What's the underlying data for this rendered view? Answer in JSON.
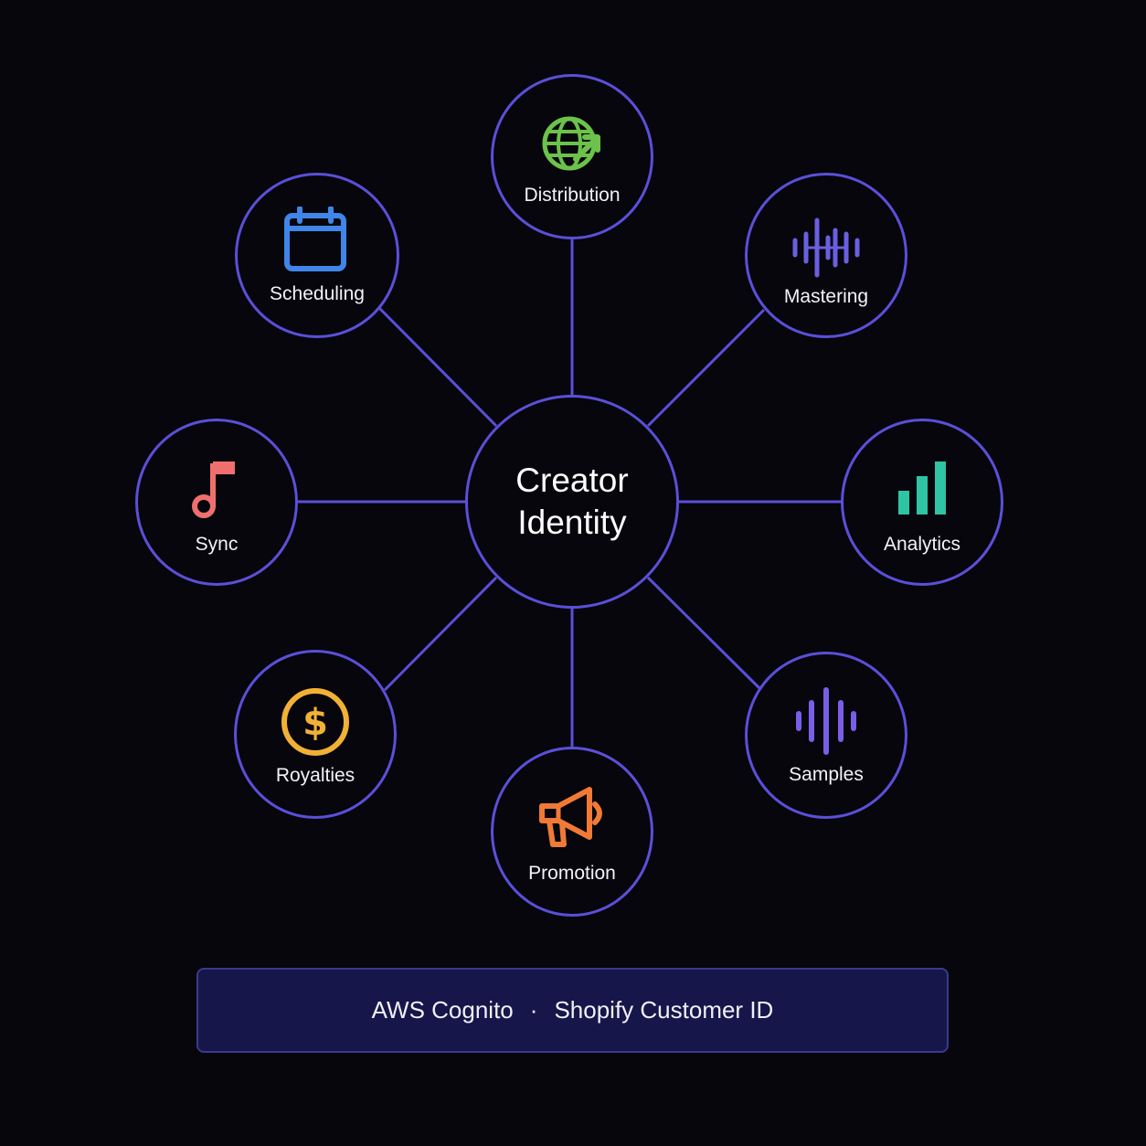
{
  "hub": {
    "label": "Creator Identity"
  },
  "nodes": [
    {
      "id": "distribution",
      "label": "Distribution",
      "icon": "globe-arrow-icon",
      "color": "#6cc24a"
    },
    {
      "id": "mastering",
      "label": "Mastering",
      "icon": "waveform-icon",
      "color": "#6a5fe0"
    },
    {
      "id": "analytics",
      "label": "Analytics",
      "icon": "bar-chart-icon",
      "color": "#2fc4a3"
    },
    {
      "id": "samples",
      "label": "Samples",
      "icon": "audio-bars-icon",
      "color": "#7a5ee8"
    },
    {
      "id": "promotion",
      "label": "Promotion",
      "icon": "megaphone-icon",
      "color": "#f07a35"
    },
    {
      "id": "royalties",
      "label": "Royalties",
      "icon": "dollar-coin-icon",
      "color": "#f2b134"
    },
    {
      "id": "sync",
      "label": "Sync",
      "icon": "music-note-icon",
      "color": "#ef6f6f"
    },
    {
      "id": "scheduling",
      "label": "Scheduling",
      "icon": "calendar-icon",
      "color": "#3f86e8"
    }
  ],
  "footer": {
    "left": "AWS Cognito",
    "separator": "·",
    "right": "Shopify Customer ID"
  },
  "colors": {
    "background": "#06060c",
    "ring": "#5b4fd9",
    "connector": "#5b4fd9",
    "footer_bg": "#16164a",
    "footer_border": "#3b3a8c"
  }
}
